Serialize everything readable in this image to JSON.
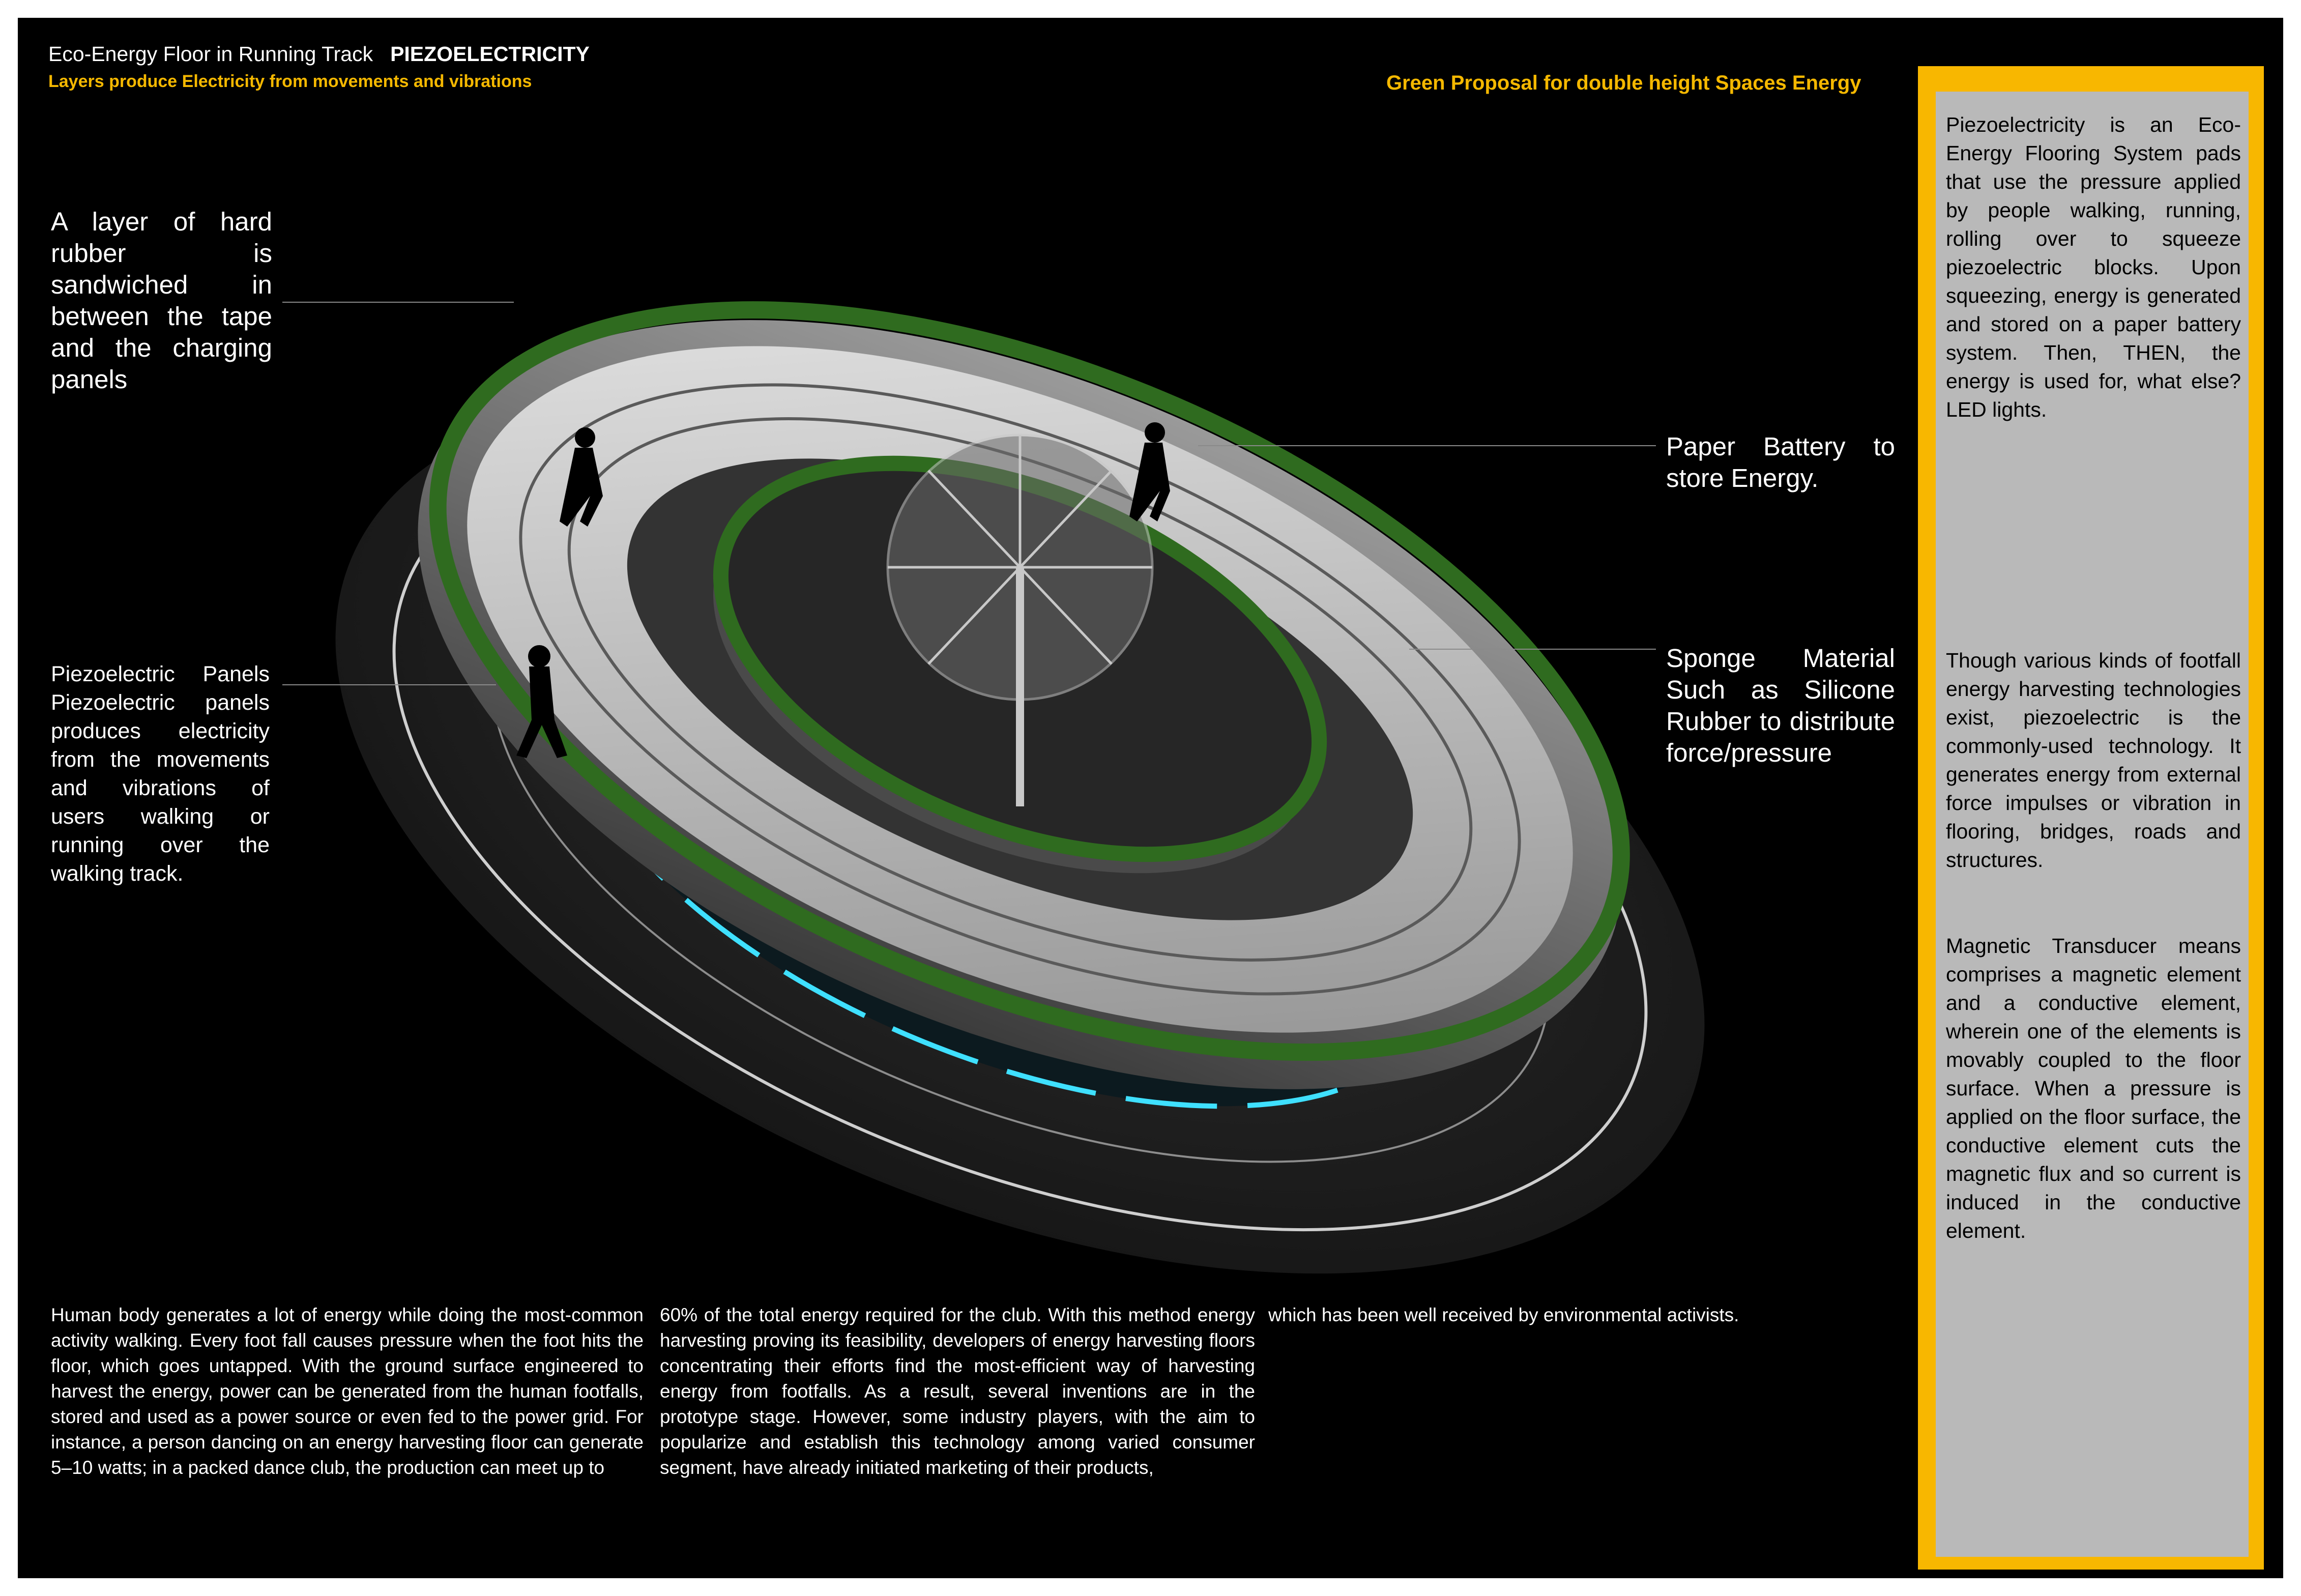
{
  "header": {
    "title": "Eco-Energy Floor in Running Track",
    "title_bold": "PIEZOELECTRICITY",
    "subtitle": "Layers produce Electricity from movements and vibrations",
    "proposal": "Green Proposal for double height Spaces Energy"
  },
  "labels": {
    "rubber": "A layer of hard rubber is sandwiched in between the tape and the charging panels",
    "panels": "Piezoelectric Panels Piezoelectric panels produces electricity from the movements and vibrations of users walking or running over the walking track.",
    "battery": "Paper Battery to store Energy.",
    "sponge": "Sponge Material Such as Silicone Rubber to distribute force/pressure"
  },
  "sidebar": {
    "para1": "Piezoelectricity is an Eco-Energy Flooring System pads that use the pressure applied by people walking, running, rolling over to squeeze piezoelectric blocks. Upon squeezing, energy is generated and stored on a paper battery system. Then, THEN, the energy is used for, what else? LED lights.",
    "para2": "Though various kinds of footfall energy harvesting technologies exist, piezoelectric is the commonly-used technology. It generates energy from external force impulses or vibration in flooring, bridges, roads and structures.",
    "para3": "Magnetic Transducer means comprises a magnetic element and a conductive element, wherein one of the elements is movably coupled to the floor surface. When a pressure is applied on the floor surface, the conductive element cuts the magnetic flux and so current is induced in the conductive element."
  },
  "body": {
    "col1": "Human body generates a lot of energy while doing the most-common activity walking. Every foot fall causes pressure when the foot hits the floor, which goes untapped. With the ground surface engineered to harvest the energy, power can be generated from the human footfalls, stored and used as a power source or even fed to the power grid. For instance, a person dancing on an energy harvesting floor can generate 5–10 watts; in a packed dance club, the production can meet up to",
    "col2": "60% of the total energy required for the club. With this method energy harvesting proving its feasibility, developers of energy harvesting floors concentrating their efforts find the most-efficient way of harvesting energy from footfalls. As a result, several inventions are in the prototype stage. However, some industry players, with the aim to popularize and establish this technology among varied consumer segment, have already initiated marketing of their products,",
    "col3": "which has been well received by environmental activists."
  },
  "colors": {
    "accent": "#f8b700",
    "panel": "#b9b9b9",
    "background": "#000000",
    "greenery": "#2f6b1f",
    "glow": "#3fe0ff"
  }
}
